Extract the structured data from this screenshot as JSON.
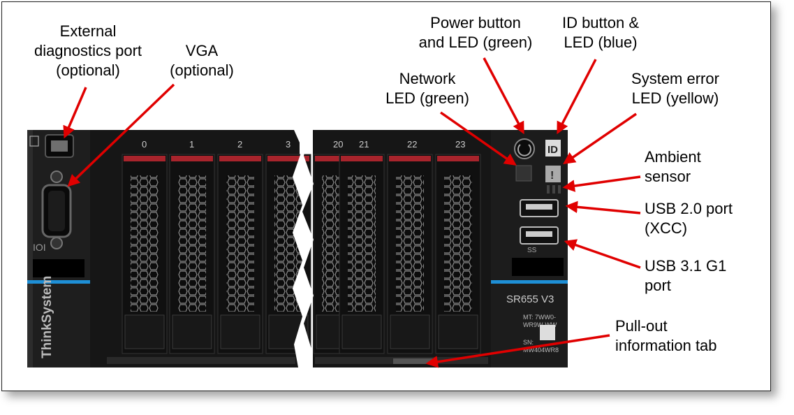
{
  "labels": {
    "external_diag": "External\ndiagnostics port\n(optional)",
    "vga": "VGA\n(optional)",
    "network_led": "Network\nLED (green)",
    "power_button": "Power button\nand LED (green)",
    "id_button": "ID button &\nLED (blue)",
    "system_error": "System error\nLED (yellow)",
    "ambient_sensor": "Ambient\nsensor",
    "usb2": "USB 2.0 port\n(XCC)",
    "usb3": "USB 3.1 G1\nport",
    "pullout_tab": "Pull-out\ninformation tab"
  },
  "server": {
    "brand": "ThinkSystem",
    "model": "SR655 V3",
    "mt_label": "MT: 7WW0-\nWR9W-WW",
    "sn_label": "SN:\nMW404WR8",
    "bay_numbers": [
      "0",
      "1",
      "2",
      "3",
      "20",
      "21",
      "22",
      "23"
    ],
    "id_icon_text": "ID",
    "error_icon_text": "!",
    "usb3_marking": "SS"
  },
  "colors": {
    "arrow": "#e00000",
    "chassis": "#1c1c1c",
    "drive_latch": "#a8242c",
    "blue_strip": "#1e8fd6"
  }
}
